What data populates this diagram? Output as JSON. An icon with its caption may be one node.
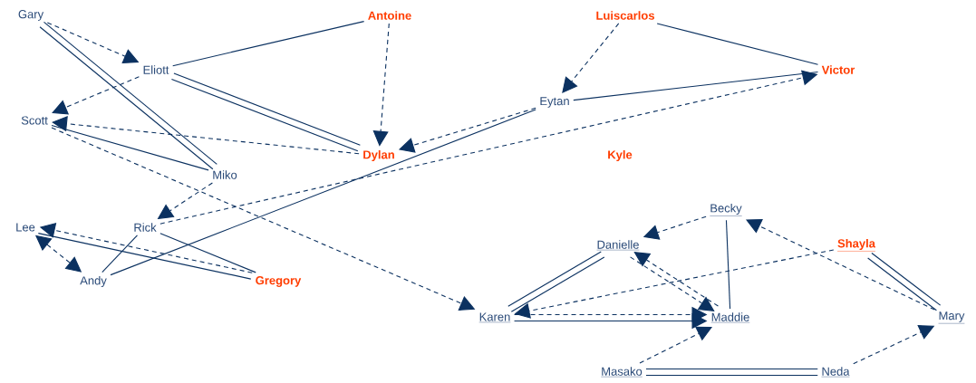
{
  "diagram": {
    "nodes": [
      {
        "text": [
          "Gary"
        ]
      },
      {
        "text": [
          "Antoine"
        ]
      },
      {
        "text": [
          "Luiscarlos"
        ]
      },
      {
        "text": [
          "Eliott"
        ]
      },
      {
        "text": [
          "Victor"
        ]
      },
      {
        "text": [
          "Eytan"
        ]
      },
      {
        "text": [
          "Scott"
        ]
      },
      {
        "text": [
          "Dylan"
        ]
      },
      {
        "text": [
          "Kyle"
        ]
      },
      {
        "text": [
          "Miko"
        ]
      },
      {
        "text": [
          "Lee"
        ]
      },
      {
        "text": [
          "Rick"
        ]
      },
      {
        "text": [
          "Andy"
        ]
      },
      {
        "text": [
          "Gregory"
        ]
      },
      {
        "text": [
          "Becky"
        ]
      },
      {
        "text": [
          "Danielle"
        ]
      },
      {
        "text": [
          "Shayla"
        ]
      },
      {
        "text": [
          "Karen"
        ]
      },
      {
        "text": [
          "Maddie"
        ]
      },
      {
        "text": [
          "Mary"
        ]
      },
      {
        "text": [
          "Masako"
        ]
      },
      {
        "text": [
          "Neda"
        ]
      }
    ],
    "edges": [
      {
        "from": 0,
        "to": 3,
        "arrow": "to",
        "style": "dashed"
      },
      {
        "from": 0,
        "to": 9,
        "arrow": "none"
      },
      {
        "from": 9,
        "to": 0,
        "arrow": "none"
      },
      {
        "from": 3,
        "to": 1,
        "arrow": "none"
      },
      {
        "from": 3,
        "to": 7,
        "arrow": "none"
      },
      {
        "from": 7,
        "to": 3,
        "arrow": "none"
      },
      {
        "from": 3,
        "to": 6,
        "arrow": "to",
        "style": "dashed"
      },
      {
        "from": 1,
        "to": 7,
        "arrow": "to",
        "style": "dashed"
      },
      {
        "from": 2,
        "to": 5,
        "arrow": "to",
        "style": "dashed"
      },
      {
        "from": 2,
        "to": 4,
        "arrow": "none"
      },
      {
        "from": 5,
        "to": 4,
        "arrow": "none"
      },
      {
        "from": 5,
        "to": 7,
        "arrow": "to",
        "style": "dashed"
      },
      {
        "from": 5,
        "to": 12,
        "arrow": "none"
      },
      {
        "from": 11,
        "to": 4,
        "arrow": "to",
        "style": "dashed"
      },
      {
        "from": 7,
        "to": 6,
        "arrow": "to",
        "style": "dashed"
      },
      {
        "from": 6,
        "to": 9,
        "arrow": "none"
      },
      {
        "from": 6,
        "to": 17,
        "arrow": "to",
        "style": "dashed"
      },
      {
        "from": 9,
        "to": 11,
        "arrow": "to",
        "style": "dashed"
      },
      {
        "from": 10,
        "to": 13,
        "arrow": "none"
      },
      {
        "from": 13,
        "to": 10,
        "arrow": "to",
        "style": "dashed"
      },
      {
        "from": 10,
        "to": 12,
        "arrow": "both",
        "style": "dashed"
      },
      {
        "from": 11,
        "to": 12,
        "arrow": "none"
      },
      {
        "from": 11,
        "to": 13,
        "arrow": "none"
      },
      {
        "from": 14,
        "to": 15,
        "arrow": "to",
        "style": "dashed"
      },
      {
        "from": 14,
        "to": 18,
        "arrow": "none"
      },
      {
        "from": 15,
        "to": 17,
        "arrow": "none"
      },
      {
        "from": 17,
        "to": 15,
        "arrow": "none"
      },
      {
        "from": 15,
        "to": 18,
        "arrow": "to",
        "style": "dashed"
      },
      {
        "from": 18,
        "to": 15,
        "arrow": "to",
        "style": "dashed"
      },
      {
        "from": 16,
        "to": 17,
        "arrow": "to",
        "style": "dashed"
      },
      {
        "from": 16,
        "to": 19,
        "arrow": "none"
      },
      {
        "from": 19,
        "to": 16,
        "arrow": "none"
      },
      {
        "from": 19,
        "to": 14,
        "arrow": "to",
        "style": "dashed"
      },
      {
        "from": 17,
        "to": 18,
        "arrow": "to"
      },
      {
        "from": 17,
        "to": 18,
        "arrow": "to",
        "style": "dashed"
      },
      {
        "from": 20,
        "to": 18,
        "arrow": "to",
        "style": "dashed"
      },
      {
        "from": 20,
        "to": 21,
        "arrow": "none"
      },
      {
        "from": 21,
        "to": 20,
        "arrow": "none"
      },
      {
        "from": 21,
        "to": 19,
        "arrow": "to",
        "style": "dashed"
      }
    ]
  }
}
